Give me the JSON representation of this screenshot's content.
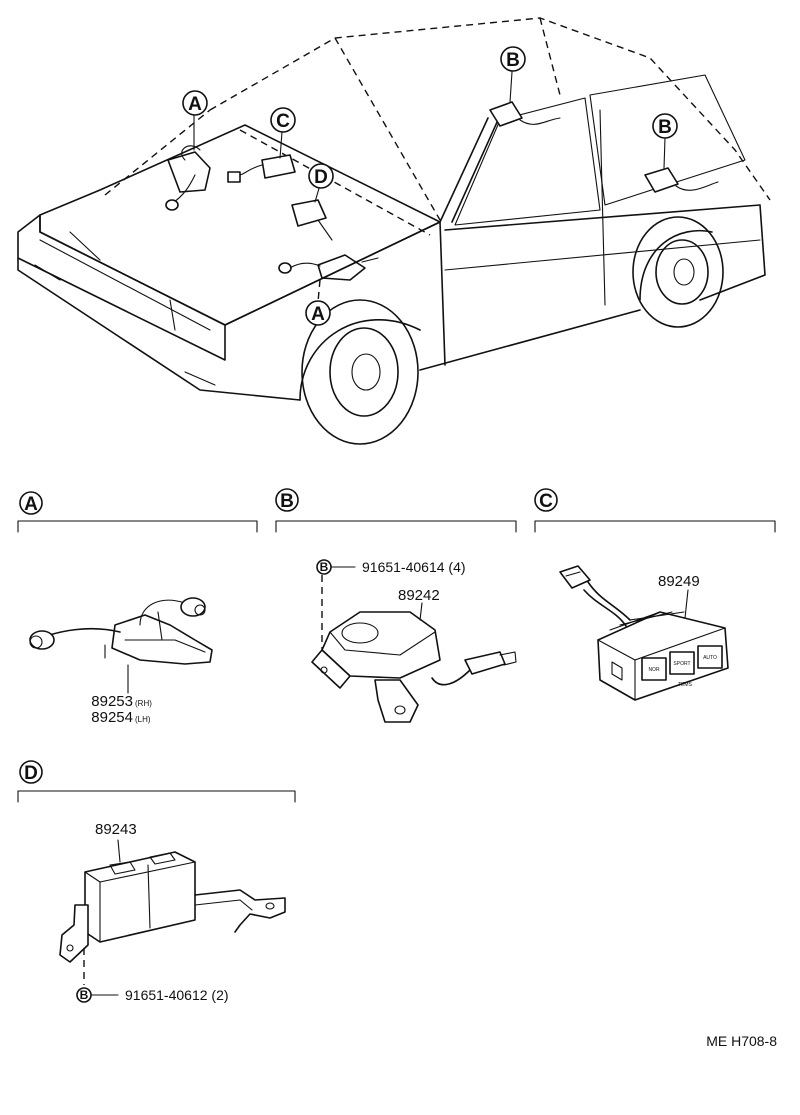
{
  "diagram": {
    "callouts": {
      "car_A_top": "A",
      "car_C": "C",
      "car_D": "D",
      "car_A_bottom": "A",
      "car_B_roof": "B",
      "car_B_rear": "B"
    },
    "sections": {
      "A": {
        "label": "A",
        "parts": [
          {
            "number": "89253",
            "side": "(RH)"
          },
          {
            "number": "89254",
            "side": "(LH)"
          }
        ]
      },
      "B": {
        "label": "B",
        "part_number": "89242",
        "bolt_marker": "B",
        "bolt_ref": "91651-40614 (4)"
      },
      "C": {
        "label": "C",
        "part_number": "89249",
        "switch_labels": [
          "NOR",
          "SPORT",
          "AUTO"
        ],
        "panel_label": "TEMS"
      },
      "D": {
        "label": "D",
        "part_number": "89243",
        "bolt_marker": "B",
        "bolt_ref": "91651-40612 (2)"
      }
    },
    "drawing_code": "ME H708-8"
  }
}
